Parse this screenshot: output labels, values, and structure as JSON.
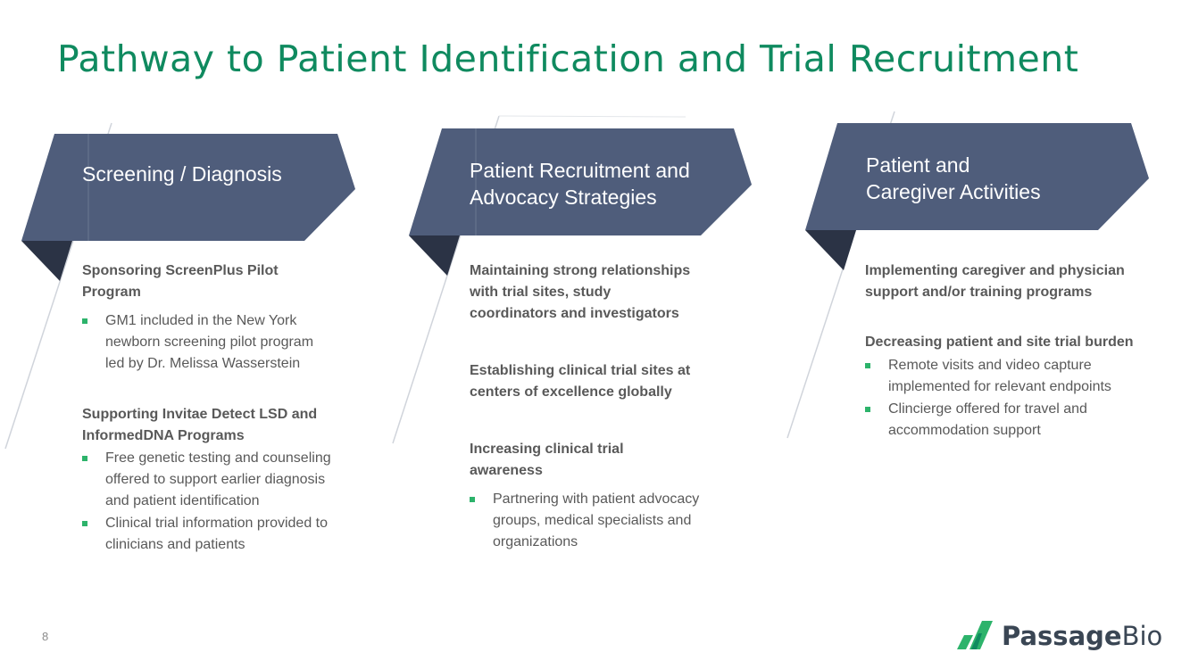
{
  "slide": {
    "title": "Pathway to Patient Identification and Trial Recruitment",
    "page_number": "8"
  },
  "colors": {
    "title": "#0f8a5f",
    "header_fill": "#4f5d7b",
    "header_fold": "#2b3345",
    "bullet": "#2db36b"
  },
  "columns": [
    {
      "header_line1": "Screening / Diagnosis",
      "sections": [
        {
          "heading_lines": [
            "Sponsoring ScreenPlus Pilot",
            "Program"
          ],
          "bullets": [
            [
              "GM1 included in the New York",
              "newborn screening pilot program",
              "led by Dr. Melissa Wasserstein"
            ]
          ]
        },
        {
          "heading_lines": [
            "Supporting Invitae Detect LSD and",
            "InformedDNA Programs"
          ],
          "bullets": [
            [
              "Free genetic testing and counseling",
              "offered to support earlier diagnosis",
              "and patient identification"
            ],
            [
              "Clinical trial information provided to",
              "clinicians and patients"
            ]
          ]
        }
      ]
    },
    {
      "header_line1": "Patient Recruitment and",
      "header_line2": "Advocacy Strategies",
      "sections": [
        {
          "heading_lines": [
            "Maintaining strong relationships",
            "with trial sites, study",
            "coordinators and investigators"
          ]
        },
        {
          "heading_lines": [
            "Establishing clinical trial sites at",
            "centers of excellence globally"
          ]
        },
        {
          "heading_lines": [
            "Increasing clinical trial",
            "awareness"
          ],
          "bullets": [
            [
              "Partnering with patient advocacy",
              "groups, medical specialists and",
              "organizations"
            ]
          ]
        }
      ]
    },
    {
      "header_line1": "Patient and",
      "header_line2": "Caregiver Activities",
      "sections": [
        {
          "heading_lines": [
            "Implementing caregiver and physician",
            "support and/or training programs"
          ]
        },
        {
          "heading_lines": [
            "Decreasing patient and site trial burden"
          ],
          "bullets": [
            [
              "Remote visits and video capture",
              "implemented for relevant endpoints"
            ],
            [
              "Clincierge offered for travel and",
              "accommodation support"
            ]
          ]
        }
      ]
    }
  ],
  "logo": {
    "word_bold": "Passage",
    "word_light": "Bio",
    "icon": "passage-bio-logo-mark"
  }
}
